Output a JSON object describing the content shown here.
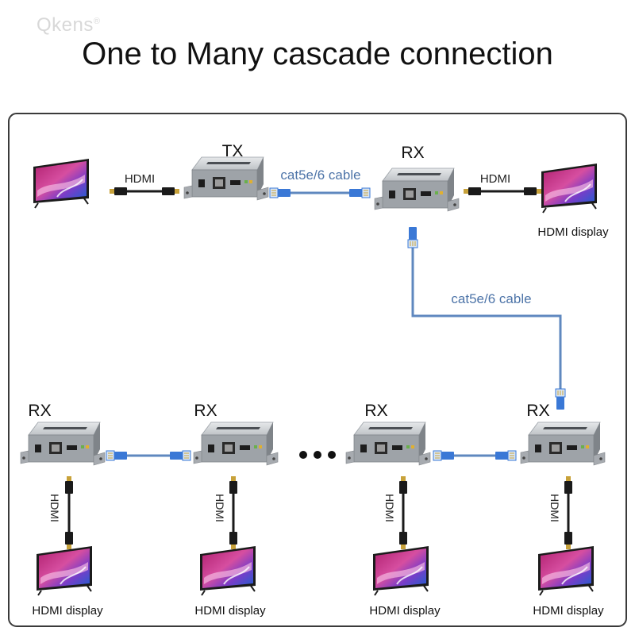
{
  "brand": {
    "name": "Qkens",
    "mark": "®"
  },
  "title": "One to Many cascade connection",
  "top_row": {
    "tx_label": "TX",
    "rx_label": "RX",
    "hdmi_in_label": "HDMI",
    "hdmi_out_label": "HDMI",
    "cable_label": "cat5e/6 cable",
    "display_label": "HDMI display"
  },
  "riser": {
    "cable_label": "cat5e/6 cable"
  },
  "bottom_row": {
    "receivers": [
      {
        "label": "RX",
        "hdmi_label": "HDMI",
        "display_label": "HDMI display"
      },
      {
        "label": "RX",
        "hdmi_label": "HDMI",
        "display_label": "HDMI display"
      },
      {
        "label": "RX",
        "hdmi_label": "HDMI",
        "display_label": "HDMI display"
      },
      {
        "label": "RX",
        "hdmi_label": "HDMI",
        "display_label": "HDMI display"
      }
    ]
  },
  "colors": {
    "cat_cable": "#5f88bf",
    "cable_text": "#4d74a8",
    "rj45": "#3a78d6",
    "hdmi_cable": "#1a1a1a",
    "hdmi_tip": "#c8a23a",
    "device_body": "#b9bdc1",
    "frame": "#3a3a3a"
  },
  "icons": [
    "tv-icon",
    "extender-icon",
    "hdmi-plug-icon",
    "rj45-plug-icon",
    "ellipsis-icon"
  ]
}
